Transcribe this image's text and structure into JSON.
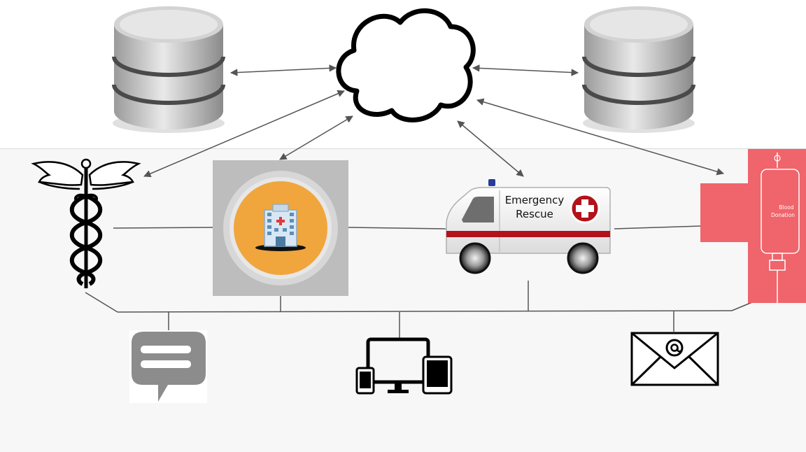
{
  "diagram": {
    "nodes": {
      "database_left": {
        "icon": "database-icon"
      },
      "database_right": {
        "icon": "database-icon"
      },
      "cloud": {
        "icon": "cloud-icon"
      },
      "medical": {
        "icon": "caduceus-icon"
      },
      "hospital": {
        "icon": "hospital-icon",
        "tile_color": "#bdbdbd",
        "circle_color": "#f0a63c"
      },
      "ambulance": {
        "icon": "ambulance-icon",
        "label_line1": "Emergency",
        "label_line2": "Rescue",
        "stripe_color": "#b3121b"
      },
      "blood_bank": {
        "icon": "blood-bag-icon",
        "label_line1": "Blood",
        "label_line2": "Donation",
        "color": "#f0646c"
      },
      "sms": {
        "icon": "chat-bubble-icon",
        "color": "#8c8c8c"
      },
      "devices": {
        "icon": "devices-icon"
      },
      "email": {
        "icon": "email-icon"
      }
    },
    "colors": {
      "top_background": "#ffffff",
      "bottom_background": "#f7f7f7",
      "connector": "#555555"
    }
  }
}
